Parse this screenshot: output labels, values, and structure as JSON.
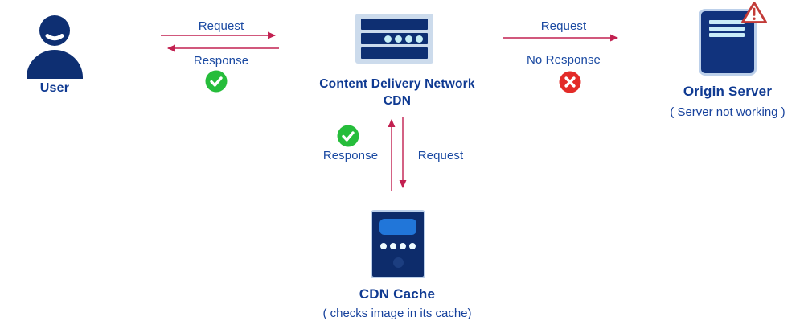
{
  "title": "CDN request flow diagram",
  "colors": {
    "icon_navy": "#0e2f72",
    "label_blue": "#0f3a92",
    "text_blue": "#1b4aa2",
    "arrow_crimson": "#c22050",
    "success_green": "#26bd3b",
    "error_red": "#e32b28",
    "panel_light_blue": "#ccdbec",
    "pale_cyan": "#c7eff7",
    "cache_accent_blue": "#2176d9",
    "warning_red": "#c23b38"
  },
  "nodes": {
    "user": {
      "label": "User"
    },
    "cdn": {
      "name_line": "Content Delivery Network",
      "abbr_line": "CDN"
    },
    "origin_server": {
      "label": "Origin Server",
      "status_note": "( Server not working )"
    },
    "cdn_cache": {
      "label": "CDN Cache",
      "action_note": "( checks image in its cache)"
    }
  },
  "flows": {
    "user_to_cdn": {
      "request_label": "Request",
      "response_label": "Response",
      "status": "success"
    },
    "cdn_to_origin": {
      "request_label": "Request",
      "response_label": "No Response",
      "status": "failure"
    },
    "cdn_to_cache": {
      "request_label": "Request",
      "response_label": "Response",
      "status": "success"
    }
  }
}
